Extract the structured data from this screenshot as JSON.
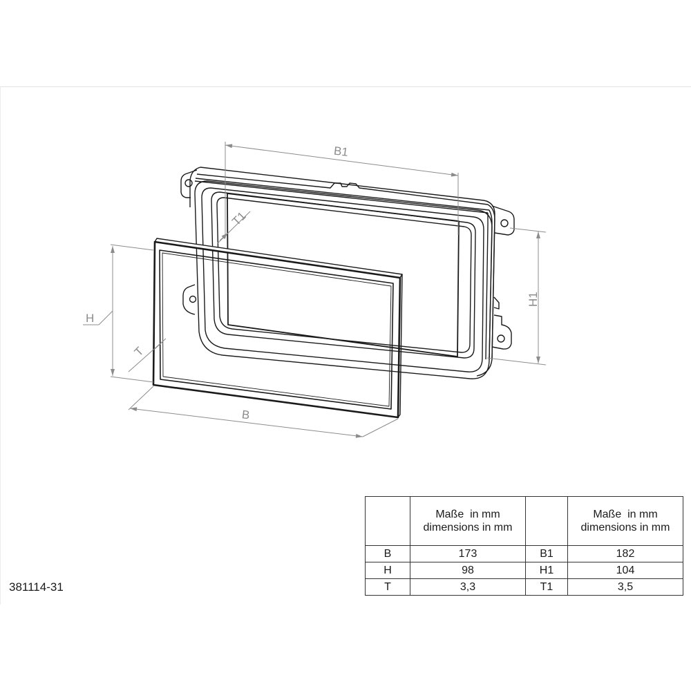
{
  "drawing": {
    "part_number": "381114-31",
    "dimension_labels": {
      "B1": "B1",
      "T1": "T1",
      "H1": "H1",
      "H": "H",
      "T": "T",
      "B": "B"
    }
  },
  "dimensions_table": {
    "header": {
      "col1": "",
      "col2_line1": "Maße  in mm",
      "col2_line2": "dimensions in mm",
      "col3": "",
      "col4_line1": "Maße  in mm",
      "col4_line2": "dimensions in mm"
    },
    "rows": [
      {
        "label": "B",
        "value": "173",
        "label1": "B1",
        "value1": "182"
      },
      {
        "label": "H",
        "value": "98",
        "label1": "H1",
        "value1": "104"
      },
      {
        "label": "T",
        "value": "3,3",
        "label1": "T1",
        "value1": "3,5"
      }
    ]
  },
  "colors": {
    "line": "#1a1a1a",
    "dimension_line": "#8c8c8c",
    "table_border": "#333333"
  }
}
